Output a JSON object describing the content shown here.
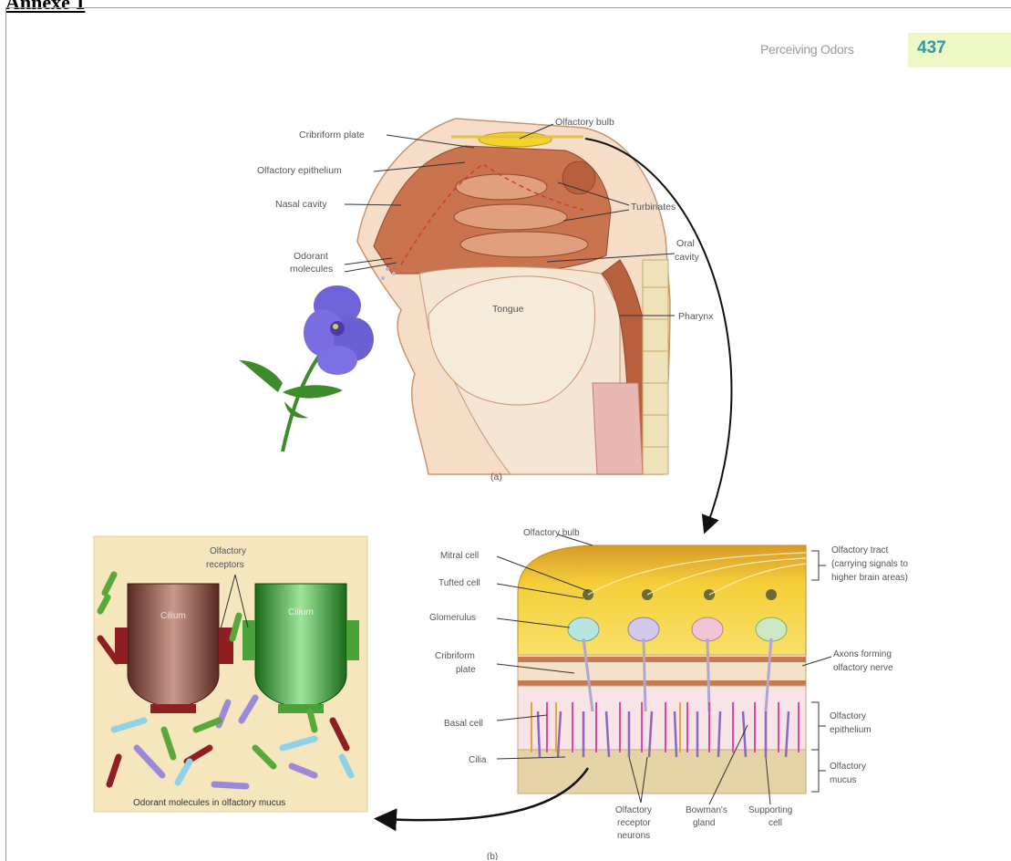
{
  "annexe_heading": "Annexe 1",
  "header": {
    "chapter_title": "Perceiving Odors",
    "page_number": "437"
  },
  "panel_a": {
    "caption": "(a)",
    "labels": {
      "cribriform_plate": "Cribriform plate",
      "olfactory_bulb": "Olfactory bulb",
      "olfactory_epithelium": "Olfactory epithelium",
      "nasal_cavity": "Nasal cavity",
      "turbinates": "Turbinates",
      "odorant_molecules_1": "Odorant",
      "odorant_molecules_2": "molecules",
      "oral_cavity_1": "Oral",
      "oral_cavity_2": "cavity",
      "tongue": "Tongue",
      "pharynx": "Pharynx"
    }
  },
  "panel_b": {
    "caption": "(b)",
    "labels": {
      "olfactory_bulb": "Olfactory bulb",
      "mitral_cell": "Mitral cell",
      "tufted_cell": "Tufted cell",
      "glomerulus": "Glomerulus",
      "cribriform_1": "Cribriform",
      "cribriform_2": "plate",
      "basal_cell": "Basal cell",
      "cilia": "Cilia",
      "olfactory_tract_1": "Olfactory tract",
      "olfactory_tract_2": "(carrying signals to",
      "olfactory_tract_3": "higher brain areas)",
      "axons_1": "Axons forming",
      "axons_2": "olfactory nerve",
      "olf_epithelium_1": "Olfactory",
      "olf_epithelium_2": "epithelium",
      "olf_mucus_1": "Olfactory",
      "olf_mucus_2": "mucus",
      "receptor_neurons_1": "Olfactory",
      "receptor_neurons_2": "receptor",
      "receptor_neurons_3": "neurons",
      "bowmans_1": "Bowman's",
      "bowmans_2": "gland",
      "supporting_1": "Supporting",
      "supporting_2": "cell"
    }
  },
  "panel_c": {
    "receptors_1": "Olfactory",
    "receptors_2": "receptors",
    "cilium_left": "Cilium",
    "cilium_right": "Cilium",
    "caption": "Odorant molecules in olfactory mucus"
  }
}
